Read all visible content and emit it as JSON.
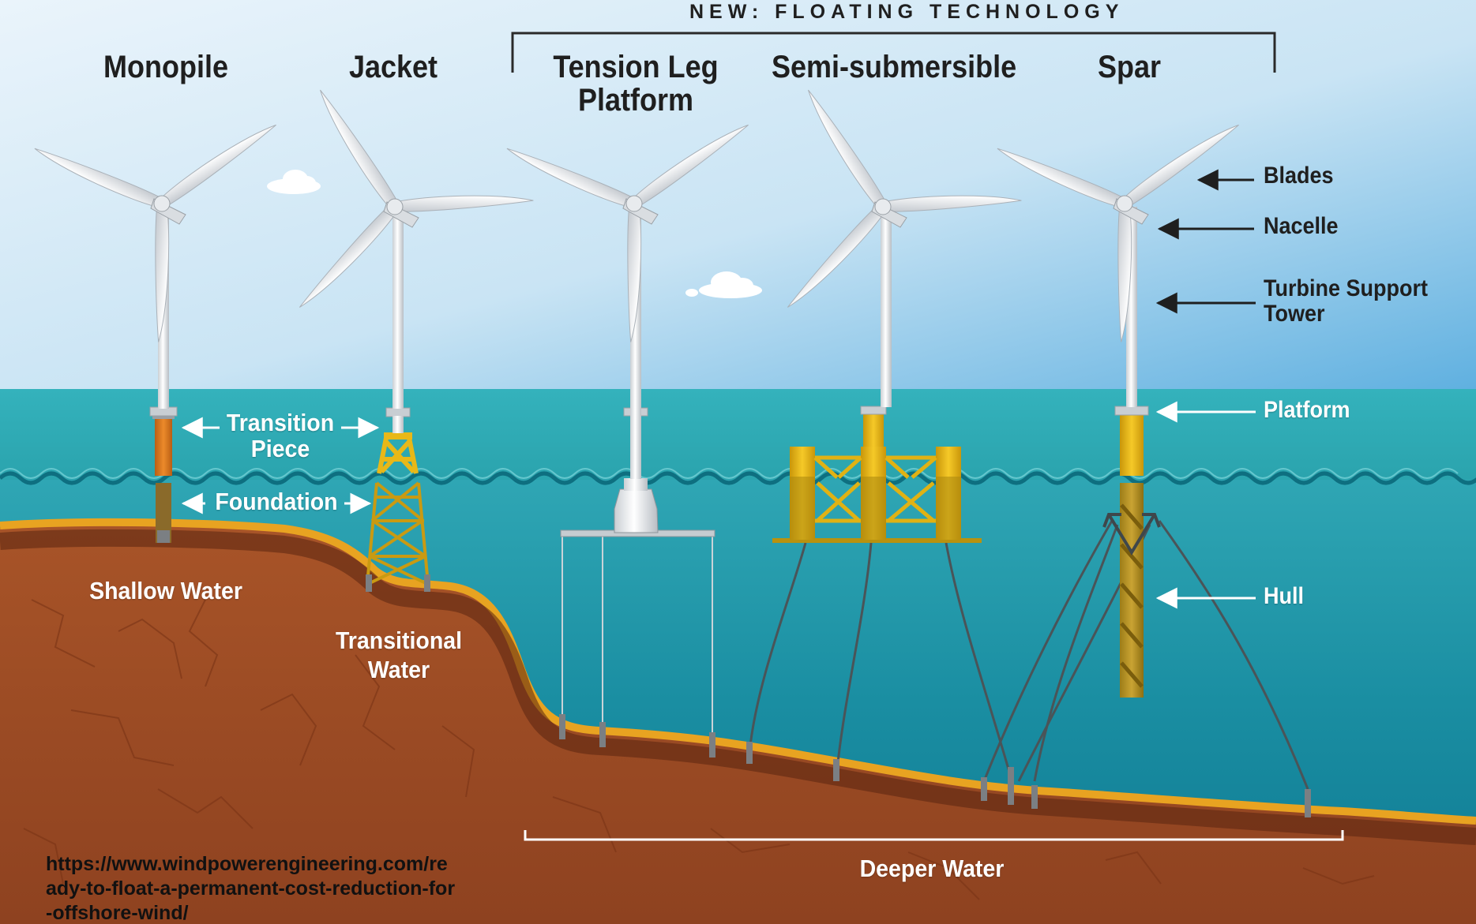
{
  "banner": "NEW: FLOATING TECHNOLOGY",
  "types": {
    "monopile": "Monopile",
    "jacket": "Jacket",
    "tension_leg": [
      "Tension Leg",
      "Platform"
    ],
    "semi_submersible": "Semi-submersible",
    "spar": "Spar"
  },
  "components": {
    "blades": "Blades",
    "nacelle": "Nacelle",
    "tower": [
      "Turbine Support",
      "Tower"
    ],
    "platform": "Platform",
    "hull": "Hull"
  },
  "structure_labels": {
    "transition_piece": [
      "Transition",
      "Piece"
    ],
    "foundation": "Foundation"
  },
  "water_depths": {
    "shallow": "Shallow Water",
    "transitional": [
      "Transitional",
      "Water"
    ],
    "deeper": "Deeper Water"
  },
  "source_url": "https://www.windpowerengineering.com/ready-to-float-a-permanent-cost-reduction-for-offshore-wind/",
  "colors": {
    "sky_top": "#5fb0e0",
    "sky_bottom": "#e6f1f8",
    "sea": "#1e99a8",
    "seabed": "#a3522c",
    "seabed_edge": "#e8a321",
    "foundation_yellow": "#e8b818",
    "monopile_orange": "#d9791f",
    "label_dark": "#1f1f1f",
    "label_light": "#ffffff"
  }
}
